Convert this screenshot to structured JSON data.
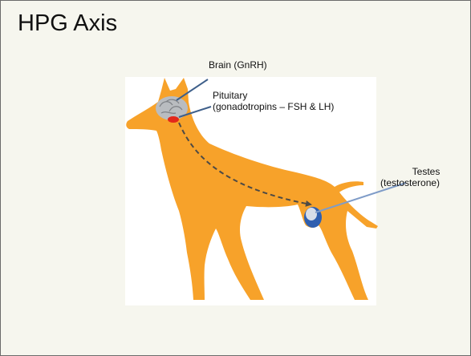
{
  "slide": {
    "title": "HPG Axis"
  },
  "labels": {
    "brain": "Brain (GnRH)",
    "pituitary_name": "Pituitary",
    "pituitary_detail": "(gonadotropins – FSH & LH)",
    "testes_name": "Testes",
    "testes_detail": "(testosterone)"
  },
  "colors": {
    "dog_body": "#f7a22a",
    "brain": "#b9bcc0",
    "pituitary": "#e3271b",
    "testes": "#2f5fb0",
    "pointer_line": "#3e5f8a",
    "pathway_arrow": "#4d4a45"
  }
}
